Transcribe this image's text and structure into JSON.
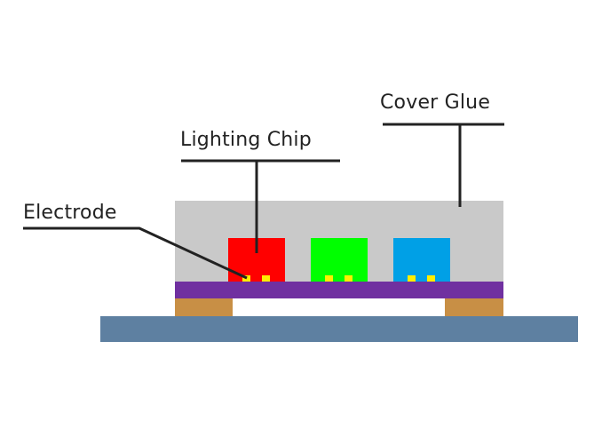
{
  "diagram": {
    "labels": {
      "cover_glue": "Cover Glue",
      "lighting_chip": "Lighting Chip",
      "electrode": "Electrode"
    },
    "colors": {
      "cover_glue": "#c9c9c9",
      "substrate": "#7030a0",
      "pad": "#c88f45",
      "base": "#5e80a1",
      "electrode": "#ffee00",
      "leader_line": "#222222",
      "chip_red": "#ff0000",
      "chip_green": "#00ff00",
      "chip_blue": "#00a0e6"
    },
    "chips": [
      {
        "name": "red-chip",
        "color": "#ff0000"
      },
      {
        "name": "green-chip",
        "color": "#00ff00"
      },
      {
        "name": "blue-chip",
        "color": "#00a0e6"
      }
    ]
  }
}
